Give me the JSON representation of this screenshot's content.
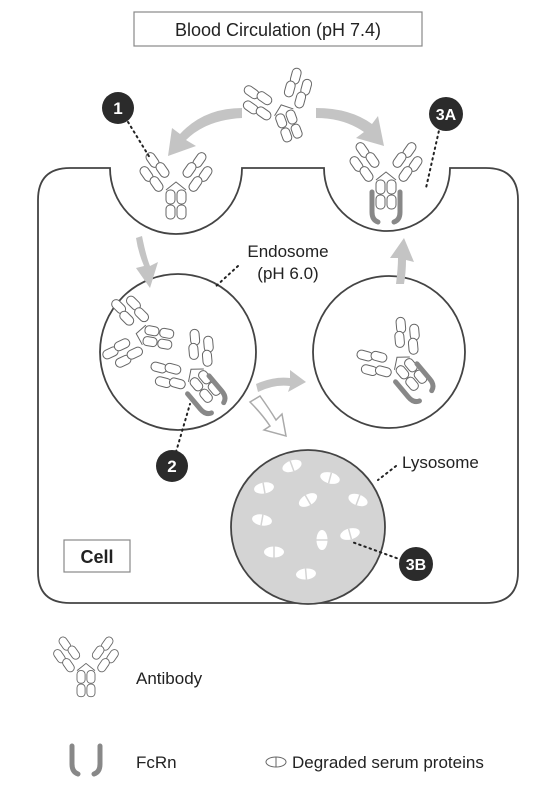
{
  "title": "Blood Circulation (pH 7.4)",
  "endosome_label": [
    "Endosome",
    "(pH 6.0)"
  ],
  "lysosome_label": "Lysosome",
  "cell_label": "Cell",
  "steps": {
    "s1": "1",
    "s2": "2",
    "s3a": "3A",
    "s3b": "3B"
  },
  "legend": {
    "antibody": "Antibody",
    "fcrn": "FcRn",
    "degraded": "Degraded serum proteins"
  },
  "colors": {
    "badge": "#2b2b2b",
    "arrow": "#c4c4c4",
    "lysosome_fill": "#d4d4d4",
    "outline": "#444444"
  }
}
